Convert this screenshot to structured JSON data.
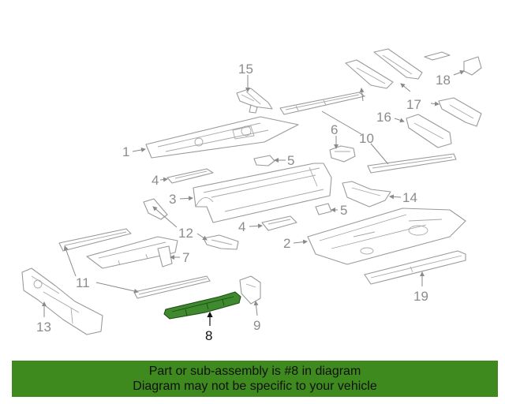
{
  "diagram": {
    "callouts": {
      "c1": "1",
      "c2": "2",
      "c3": "3",
      "c4a": "4",
      "c4b": "4",
      "c5a": "5",
      "c5b": "5",
      "c6": "6",
      "c7": "7",
      "c8": "8",
      "c9": "9",
      "c10": "10",
      "c11": "11",
      "c12": "12",
      "c13": "13",
      "c14": "14",
      "c15": "15",
      "c16": "16",
      "c17": "17",
      "c18": "18",
      "c19": "19"
    },
    "highlighted_part": "8",
    "highlight_color": "#3f8a2e"
  },
  "banner": {
    "line1": "Part or sub-assembly is #8 in diagram",
    "line2": "Diagram may not be specific to your vehicle",
    "background_color": "#3e8a1e"
  }
}
